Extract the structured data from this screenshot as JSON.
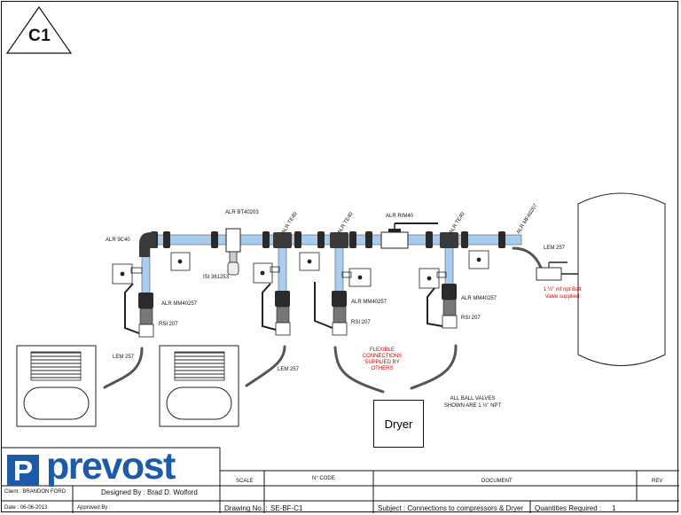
{
  "sheet": {
    "code": "C1"
  },
  "parts": {
    "alr_9c40": "ALR 9C40",
    "alr_bt40203": "ALR BT40203",
    "isi_361253": "ISI 361253",
    "alr_te40_a": "ALR TE40",
    "alr_te40_b": "ALR TE40",
    "alr_te40_c": "ALR TE40",
    "alr_rim40": "ALR RIM40",
    "alr_mf40207": "ALR MF40207",
    "alr_mm40257_a": "ALR MM40257",
    "alr_mm40257_b": "ALR MM40257",
    "alr_mm40257_c": "ALR MM40257",
    "rsi_207_a": "RSI 207",
    "rsi_207_b": "RSI 207",
    "rsi_207_c": "RSI 207",
    "lem_257_a": "LEM 257",
    "lem_257_b": "LEM 257",
    "lem_257_c": "LEM 257"
  },
  "notes": {
    "ball_valve_line1": "1 ½\" mf npt Ball",
    "ball_valve_line2": "Valve supplied",
    "flexible_line1": "FLEXIBLE",
    "flexible_line2": "CONNECTIONS",
    "flexible_line3": "SUPPLIED BY",
    "flexible_line4": "OTHERS",
    "valves_line1": "ALL BALL VALVES",
    "valves_line2": "SHOWN ARE 1 ½\" NPT"
  },
  "equipment": {
    "dryer": "Dryer"
  },
  "colors": {
    "pipe": "#a9cdef",
    "note_red": "#d40000",
    "brand_blue": "#1d5aa8"
  },
  "title_block": {
    "brand": "prevost",
    "client": "Client : BRANDON FORD",
    "designed_by": "Designed By : Brad D. Wolford",
    "date": "Date : 06-06-2013",
    "approved_by": "Approved By :",
    "scale_header": "SCALE",
    "code_header": "N° CODE",
    "document_header": "DOCUMENT",
    "rev_header": "REV",
    "drawing_no_label": "Drawing No. :",
    "drawing_no": "SE-BF-C1",
    "subject": "Subject : Connections to compressors & Dryer",
    "quantities_label": "Quantities Required :",
    "quantities_value": "1"
  }
}
